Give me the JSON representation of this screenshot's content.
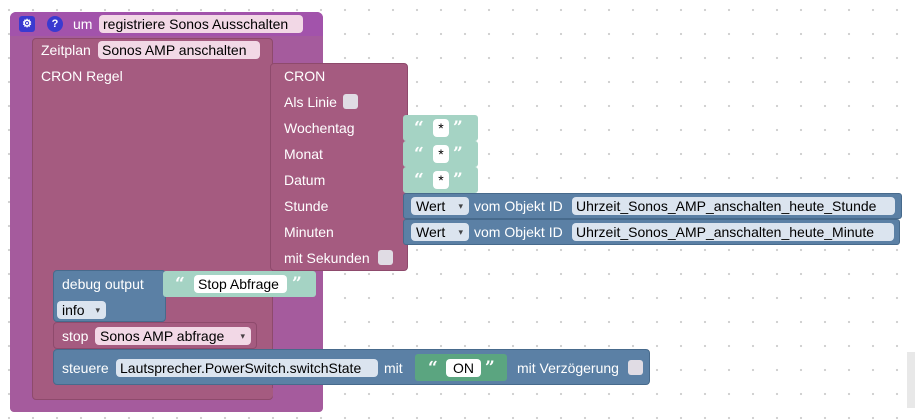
{
  "colors": {
    "function_purple": "#a55b9d",
    "function_header": "#a253ab",
    "schedule_block": "#a55b80",
    "cron_block": "#a55b80",
    "string_block": "#a5d3c4",
    "object_value_block": "#5b80a5",
    "debug_block": "#5b80a5",
    "stop_block": "#a55b80",
    "control_block": "#5b80a5",
    "on_string_block": "#5ba580"
  },
  "function_block": {
    "settings_icon": "gear-icon",
    "help_icon": "help-icon",
    "keyword": "um",
    "name": "registriere Sonos Ausschalten"
  },
  "schedule_block": {
    "label": "Zeitplan",
    "name": "Sonos AMP anschalten",
    "cron_rule_label": "CRON Regel"
  },
  "cron_block": {
    "title": "CRON",
    "as_line_label": "Als Linie",
    "weekday_label": "Wochentag",
    "month_label": "Monat",
    "date_label": "Datum",
    "hour_label": "Stunde",
    "minute_label": "Minuten",
    "with_seconds_label": "mit Sekunden",
    "weekday_value": "*",
    "month_value": "*",
    "date_value": "*"
  },
  "hour_value_block": {
    "dropdown_value": "Wert",
    "object_label": "vom Objekt ID",
    "object_id": "Uhrzeit_Sonos_AMP_anschalten_heute_Stunde"
  },
  "minute_value_block": {
    "dropdown_value": "Wert",
    "object_label": "vom Objekt ID",
    "object_id": "Uhrzeit_Sonos_AMP_anschalten_heute_Minute"
  },
  "debug_block": {
    "label": "debug output",
    "message": "Stop Abfrage",
    "level": "info"
  },
  "stop_block": {
    "label": "stop",
    "schedule_name": "Sonos AMP abfrage"
  },
  "control_block": {
    "label": "steuere",
    "state_id": "Lautsprecher.PowerSwitch.switchState",
    "with_label": "mit",
    "value": "ON",
    "delay_label": "mit Verzögerung"
  },
  "quotes": {
    "open": "“",
    "close": "”"
  },
  "dropdown_arrow": "▾"
}
